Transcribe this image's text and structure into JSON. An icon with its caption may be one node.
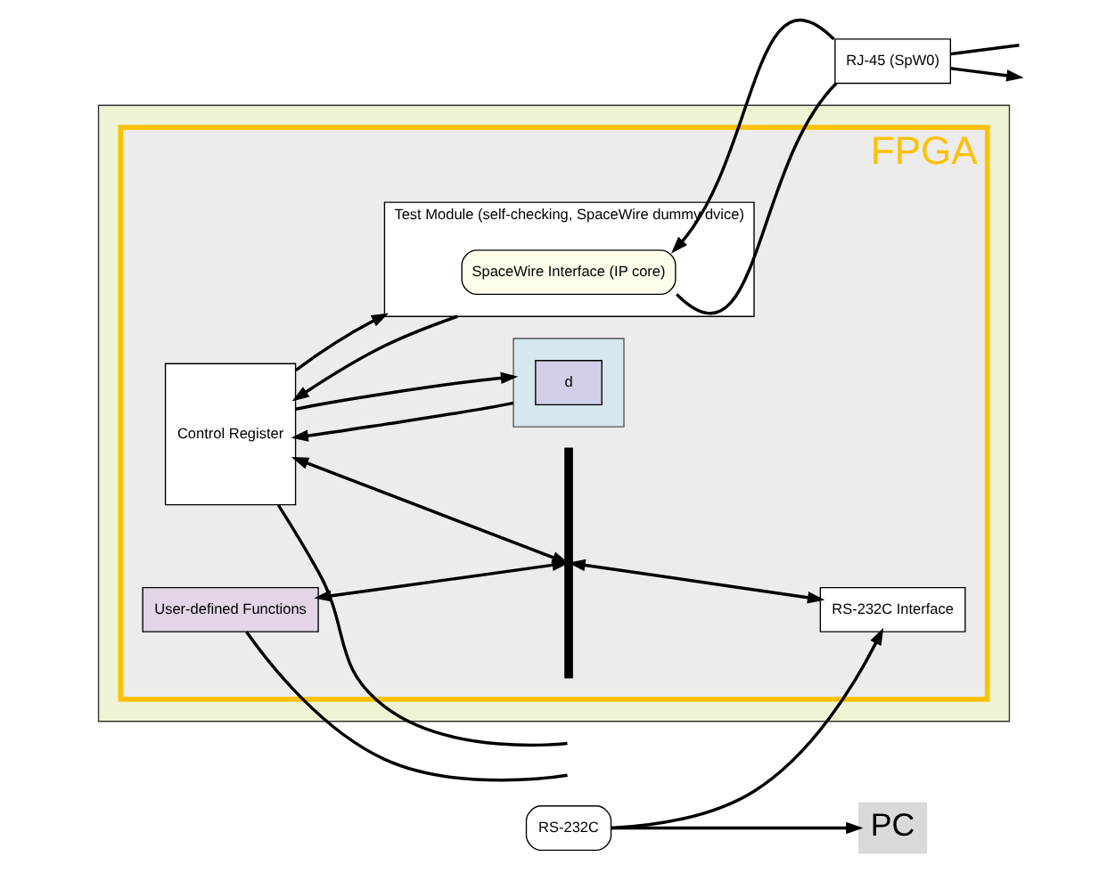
{
  "diagram": {
    "nodes": [
      {
        "text": [],
        "shape": "box"
      },
      {
        "text": [
          "FPGA"
        ],
        "in": 0
      },
      {
        "text": [
          "User-defined Functions"
        ],
        "in": 1
      },
      {
        "text": [
          "Control Register"
        ],
        "in": 1
      },
      {
        "text": [],
        "shape": "bar",
        "in": 1
      },
      {
        "text": [
          "RS-232C Interface"
        ],
        "in": 1
      },
      {
        "text": [],
        "shape": "box",
        "in": 1
      },
      {
        "text": [
          "d"
        ],
        "in": 6
      },
      {
        "text": [
          "Test Module (self-checking, SpaceWire dummy dvice)"
        ],
        "in": 1
      },
      {
        "text": [
          "SpaceWire Interface (IP core)"
        ],
        "in": 8
      },
      {
        "text": [
          "RS-232C"
        ]
      },
      {
        "text": [
          "RJ-45 (SpW0)"
        ]
      },
      {
        "text": [
          "PC"
        ]
      }
    ],
    "edges": [
      {
        "from": 2,
        "to": null,
        "arrow": "none"
      },
      {
        "from": 3,
        "to": null,
        "arrow": "none"
      },
      {
        "from": 2,
        "to": 4,
        "arrow": "both"
      },
      {
        "from": 3,
        "to": 4,
        "arrow": "both"
      },
      {
        "from": 4,
        "to": 5,
        "arrow": "both"
      },
      {
        "from": 10,
        "to": 5,
        "arrow": "to"
      },
      {
        "from": 10,
        "to": 12,
        "arrow": "to"
      },
      {
        "from": 3,
        "to": 6,
        "arrow": "to"
      },
      {
        "from": 6,
        "to": 3,
        "arrow": "to"
      },
      {
        "from": 3,
        "to": 8,
        "arrow": "to"
      },
      {
        "from": 8,
        "to": 3,
        "arrow": "to"
      },
      {
        "from": 11,
        "to": 9,
        "arrow": "to"
      },
      {
        "from": 9,
        "to": 11,
        "arrow": "none"
      },
      {
        "from": null,
        "to": 11,
        "arrow": "none"
      },
      {
        "from": 11,
        "to": null,
        "arrow": "to"
      }
    ]
  }
}
